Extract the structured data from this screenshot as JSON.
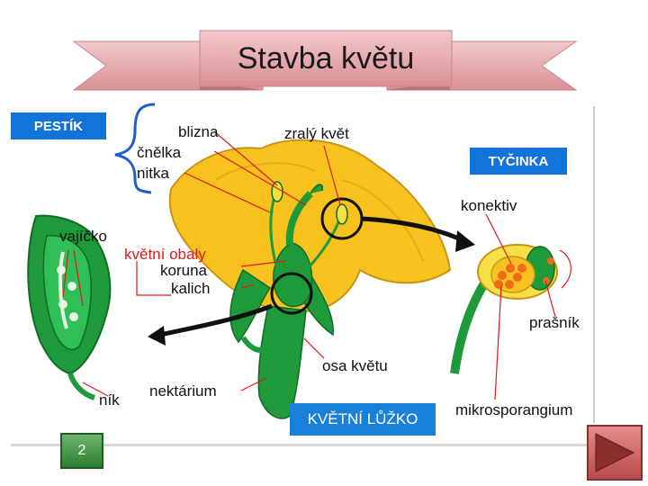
{
  "title": "Stavba květu",
  "tags": {
    "pestik": "PESTÍK",
    "tycinka": "TYČINKA",
    "luzko": "KVĚTNÍ LŮŽKO"
  },
  "labels": {
    "blizna": "blizna",
    "cnelka": "čnělka",
    "nitka": "nitka",
    "zraly_kvet": "zralý květ",
    "vajicko": "vajíčko",
    "kvetni_obaly": "květní obaly",
    "koruna": "koruna",
    "kalich": "kalich",
    "konektiv": "konektiv",
    "prasnik": "prašník",
    "osa_kvetu": "osa květu",
    "nektarium": "nektárium",
    "nik": "ník",
    "mikrosporangium": "mikrosporangium"
  },
  "page_number": "2",
  "colors": {
    "tag_blue": "#1273d8",
    "banner_pink": "#e8a8ac",
    "petal_yellow": "#f7c21e",
    "plant_green": "#1f9a3a",
    "obaly_red": "#e01818",
    "next_button": "#d06060"
  },
  "icons": {
    "next": "play-triangle-icon"
  }
}
